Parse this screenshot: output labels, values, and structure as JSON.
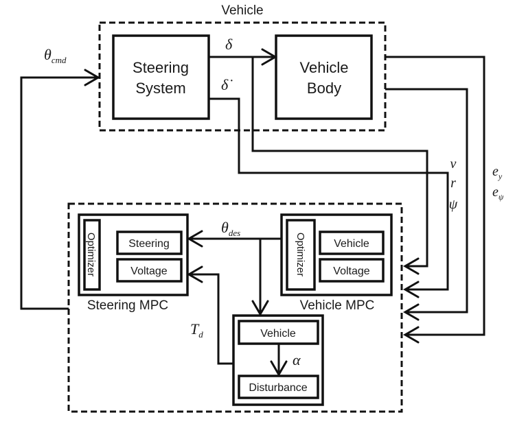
{
  "groups": {
    "vehicle": "Vehicle"
  },
  "blocks": {
    "steering_system": [
      "Steering",
      "System"
    ],
    "vehicle_body": [
      "Vehicle",
      "Body"
    ],
    "steering_mpc": {
      "caption": "Steering MPC",
      "optimizer": "Optimizer",
      "model_top": "Steering",
      "model_bottom": "Voltage"
    },
    "vehicle_mpc": {
      "caption": "Vehicle MPC",
      "optimizer": "Optimizer",
      "model_top": "Vehicle",
      "model_bottom": "Voltage"
    },
    "disturbance_estimator": {
      "top": "Vehicle",
      "bottom": "Disturbance"
    }
  },
  "signals": {
    "theta_cmd": {
      "symbol": "θ",
      "sub": "cmd"
    },
    "delta": "δ",
    "delta_dot": "δ̇",
    "theta_des": {
      "symbol": "θ",
      "sub": "des"
    },
    "torque_d": {
      "symbol": "T",
      "sub": "d"
    },
    "alpha": "α",
    "states": [
      "v",
      "r",
      "ψ"
    ],
    "errors": [
      {
        "symbol": "e",
        "sub": "y"
      },
      {
        "symbol": "e",
        "sub": "ψ"
      }
    ]
  }
}
